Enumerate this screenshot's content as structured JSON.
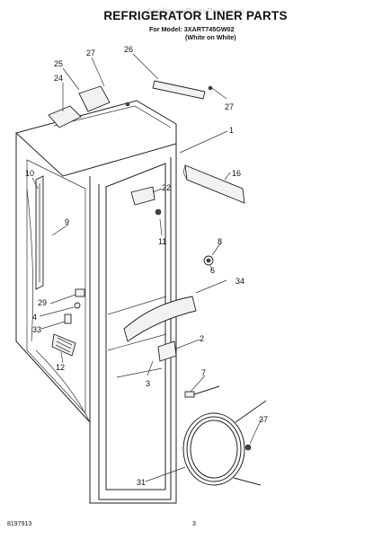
{
  "header": {
    "title": "REFRIGERATOR LINER PARTS",
    "watermark": "AppliancePartsPros.com",
    "model_line": "For Model: 3XART745GW02",
    "model_note": "(White on White)"
  },
  "callouts": [
    "25",
    "27",
    "26",
    "24",
    "27",
    "1",
    "10",
    "16",
    "22",
    "9",
    "11",
    "8",
    "6",
    "34",
    "29",
    "4",
    "33",
    "2",
    "12",
    "7",
    "3",
    "37",
    "31"
  ],
  "footer": {
    "doc_number": "8197913",
    "page_number": "3"
  }
}
